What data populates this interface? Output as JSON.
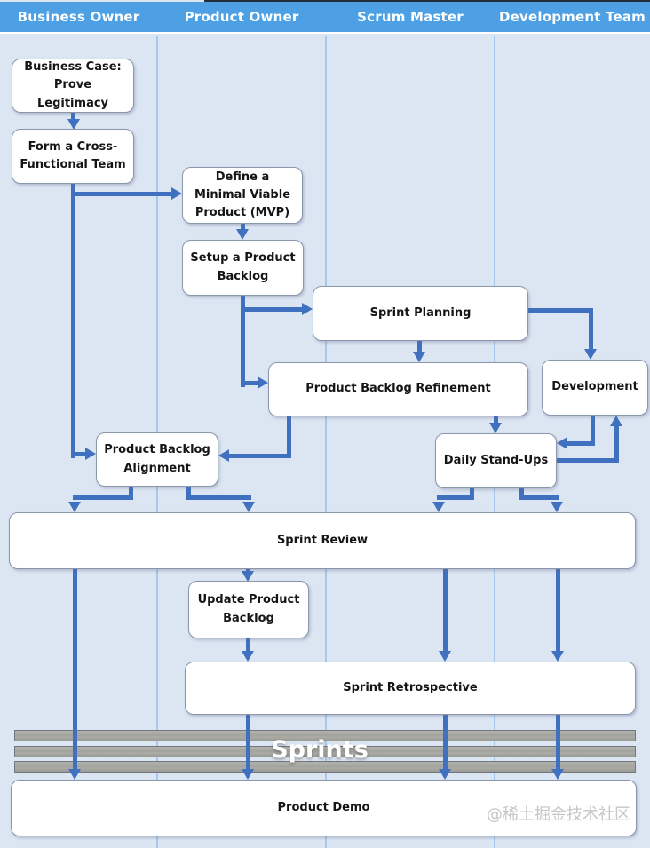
{
  "header": {
    "lanes": [
      {
        "label": "Business Owner"
      },
      {
        "label": "Product Owner"
      },
      {
        "label": "Scrum Master"
      },
      {
        "label": "Development Team"
      }
    ]
  },
  "nodes": {
    "business_case": {
      "label": "Business Case: Prove Legitimacy"
    },
    "form_team": {
      "label": "Form a Cross-Functional Team"
    },
    "define_mvp": {
      "label": "Define a Minimal Viable Product (MVP)"
    },
    "setup_backlog": {
      "label": "Setup a Product Backlog"
    },
    "sprint_planning": {
      "label": "Sprint Planning"
    },
    "refinement": {
      "label": "Product Backlog Refinement"
    },
    "development": {
      "label": "Development"
    },
    "alignment": {
      "label": "Product Backlog Alignment"
    },
    "daily_standups": {
      "label": "Daily Stand-Ups"
    },
    "sprint_review": {
      "label": "Sprint Review"
    },
    "update_backlog": {
      "label": "Update Product Backlog"
    },
    "sprint_retro": {
      "label": "Sprint Retrospective"
    },
    "product_demo": {
      "label": "Product Demo"
    }
  },
  "edges": [
    {
      "from": "business_case",
      "to": "form_team"
    },
    {
      "from": "form_team",
      "to": "define_mvp"
    },
    {
      "from": "form_team",
      "to": "alignment"
    },
    {
      "from": "define_mvp",
      "to": "setup_backlog"
    },
    {
      "from": "setup_backlog",
      "to": "sprint_planning"
    },
    {
      "from": "setup_backlog",
      "to": "refinement"
    },
    {
      "from": "sprint_planning",
      "to": "refinement"
    },
    {
      "from": "sprint_planning",
      "to": "development"
    },
    {
      "from": "refinement",
      "to": "alignment"
    },
    {
      "from": "refinement",
      "to": "daily_standups"
    },
    {
      "from": "development",
      "to": "daily_standups"
    },
    {
      "from": "daily_standups",
      "to": "development"
    },
    {
      "from": "daily_standups",
      "to": "sprint_review"
    },
    {
      "from": "alignment",
      "to": "sprint_review"
    },
    {
      "from": "sprint_review",
      "to": "update_backlog"
    },
    {
      "from": "sprint_review",
      "to": "sprint_retro"
    },
    {
      "from": "sprint_review",
      "to": "product_demo"
    },
    {
      "from": "update_backlog",
      "to": "sprint_retro"
    },
    {
      "from": "sprint_retro",
      "to": "product_demo"
    }
  ],
  "sprints": {
    "label": "Sprints"
  },
  "watermark": {
    "label": "@稀土掘金技术社区"
  },
  "colors": {
    "header_bg": "#4da0e4",
    "lane_bg": "#dce6f3",
    "lane_divider": "#a5c8ec",
    "arrow": "#4070c0",
    "node_border": "#8b95ab",
    "node_bg": "#ffffff",
    "sprint_bar": "#a6a6a0",
    "watermark": "#c6c6c6"
  }
}
